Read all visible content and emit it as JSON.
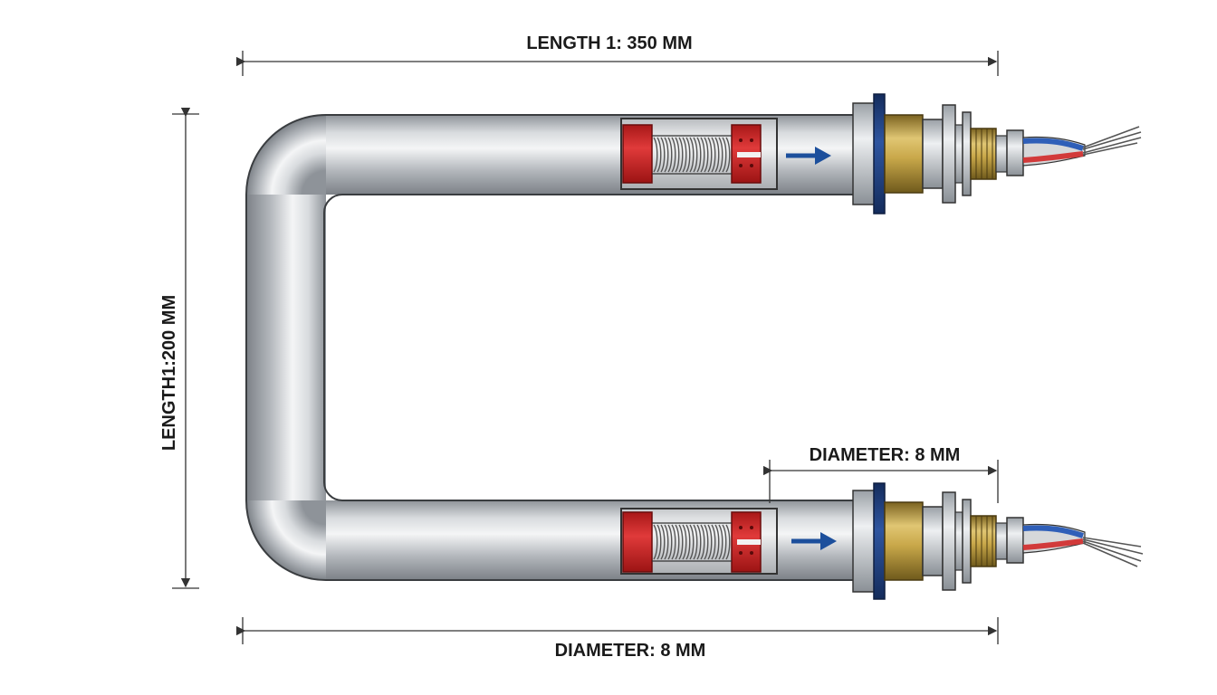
{
  "dimensions": {
    "top_length": "LENGTH 1: 350 MM",
    "left_length": "LENGTH1:200 MM",
    "terminal_diameter": "DIAMETER: 8 MM",
    "bottom_diameter": "DIAMETER: 8 MM"
  },
  "colors": {
    "tube_steel": "#b9bdc2",
    "seal_red": "#d42a2a",
    "flow_arrow": "#1c4f9c",
    "flange_blue": "#1f3f7a",
    "brass": "#c2a24a",
    "wire_blue": "#2f5fb8",
    "wire_red": "#d23a3a",
    "dimension_line": "#333333"
  },
  "icons": {
    "flow": "arrow-right-icon"
  }
}
